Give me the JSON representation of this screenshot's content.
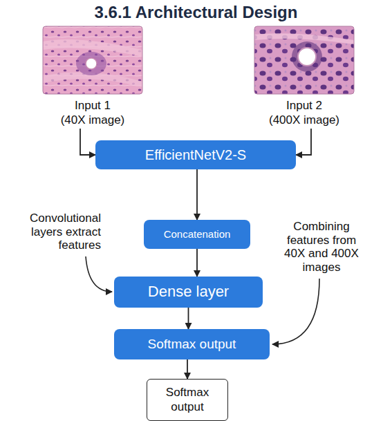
{
  "diagram": {
    "title": "3.6.1 Architectural Design",
    "nodes": [
      {
        "text": [
          "Input 1",
          "(40X image)"
        ]
      },
      {
        "text": [
          "Input 2",
          "(400X image)"
        ]
      },
      {
        "text": [
          "EfficientNetV2-S"
        ]
      },
      {
        "text": [
          "Concatenation"
        ]
      },
      {
        "text": [
          "Dense layer"
        ]
      },
      {
        "text": [
          "Softmax output"
        ]
      },
      {
        "text": [
          "Softmax output"
        ]
      }
    ],
    "edges": [
      {
        "from": 0,
        "to": 2,
        "arrow": "to"
      },
      {
        "from": 1,
        "to": 2,
        "arrow": "to"
      },
      {
        "from": 2,
        "to": 3,
        "arrow": "to"
      },
      {
        "from": 3,
        "to": 4,
        "arrow": "to"
      },
      {
        "from": 4,
        "to": 5,
        "arrow": "to"
      },
      {
        "from": 5,
        "to": 6,
        "arrow": "to"
      }
    ],
    "labels": [
      "Convolutional layers extract features",
      "Combining features from 40X and 400X images"
    ]
  }
}
